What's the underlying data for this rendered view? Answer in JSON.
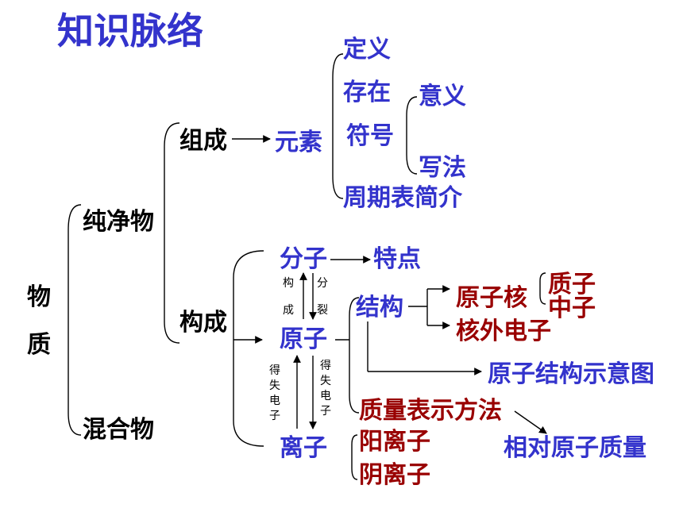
{
  "title": "知识脉络",
  "root": {
    "line1": "物",
    "line2": "质"
  },
  "pure": "纯净物",
  "mixture": "混合物",
  "composition": "组成",
  "construction": "构成",
  "element": "元素",
  "element_items": {
    "definition": "定义",
    "existence": "存在",
    "symbol": "符号",
    "periodic_table": "周期表简介"
  },
  "symbol_items": {
    "meaning": "意义",
    "writing": "写法"
  },
  "molecule": "分子",
  "molecule_feature": "特点",
  "atom": "原子",
  "ion": "离子",
  "arrow_labels": {
    "build_1": "构",
    "build_2": "成",
    "split_1": "分",
    "split_2": "裂",
    "gain_lose_left": [
      "得",
      "失",
      "电",
      "子"
    ],
    "gain_lose_right": [
      "得",
      "失",
      "电",
      "子"
    ]
  },
  "structure": "结构",
  "nucleus": "原子核",
  "nucleus_items": {
    "proton": "质子",
    "neutron": "中子"
  },
  "outer_electrons": "核外电子",
  "structure_diagram": "原子结构示意图",
  "mass_method": "质量表示方法",
  "relative_mass": "相对原子质量",
  "ion_types": {
    "cation": "阳离子",
    "anion": "阴离子"
  },
  "colors": {
    "title_blue": "#3333cc",
    "dark_red": "#990000",
    "black": "#000000"
  }
}
